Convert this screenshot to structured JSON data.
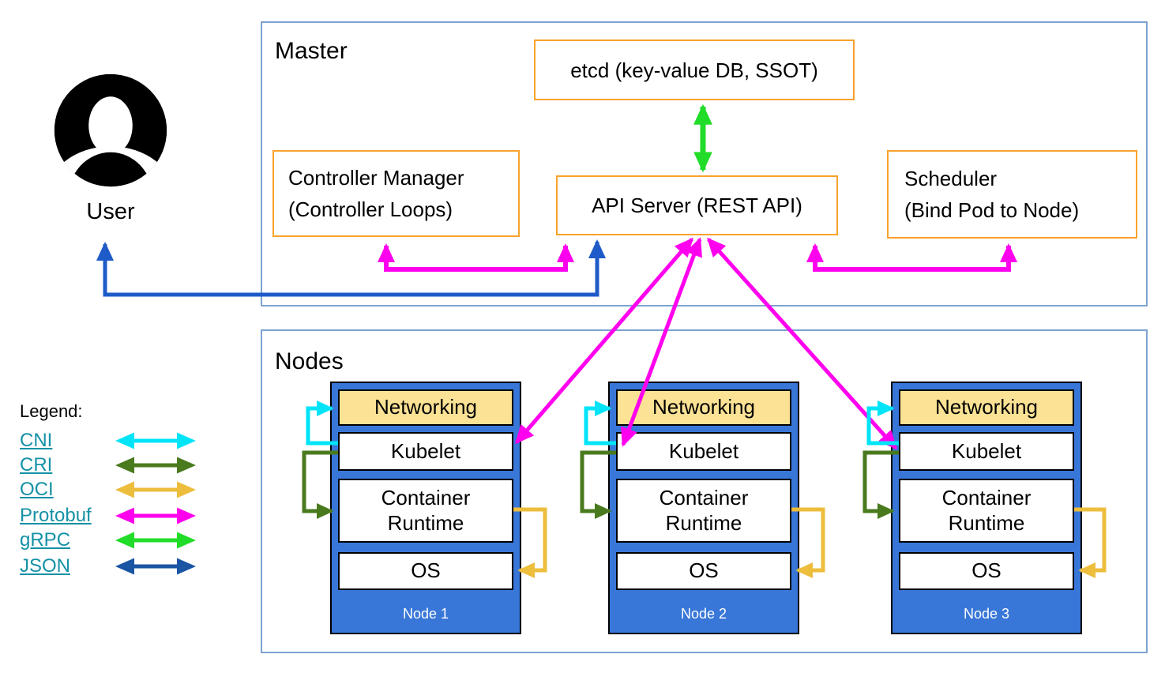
{
  "colors": {
    "frame_border": "#7da2d2",
    "orange_border": "#f8a22c",
    "node_fill": "#3877d8",
    "networking_fill": "#fbe294",
    "legend_link": "#1591a6",
    "cni": "#00e4f8",
    "cri": "#4a7a1e",
    "oci": "#edbd3c",
    "protobuf": "#ff00ee",
    "grpc": "#21dc28",
    "json": "#1a55a3",
    "user_flow": "#1e5bc8",
    "node_label_text": "#ffffff"
  },
  "user": {
    "label": "User"
  },
  "master": {
    "label": "Master",
    "etcd_label": "etcd (key-value DB, SSOT)",
    "api_server_label": "API Server (REST API)",
    "controller_manager": {
      "line1": "Controller Manager",
      "line2": "(Controller Loops)"
    },
    "scheduler": {
      "line1": "Scheduler",
      "line2": "(Bind Pod to Node)"
    }
  },
  "nodes_section": {
    "label": "Nodes",
    "layers": {
      "networking": "Networking",
      "kubelet": "Kubelet",
      "container_runtime": "Container Runtime",
      "os": "OS"
    },
    "nodes": [
      {
        "name": "Node 1"
      },
      {
        "name": "Node 2"
      },
      {
        "name": "Node 3"
      }
    ]
  },
  "legend": {
    "label": "Legend:",
    "items": [
      {
        "label": "CNI",
        "color": "#00e4f8"
      },
      {
        "label": "CRI",
        "color": "#4a7a1e"
      },
      {
        "label": "OCI",
        "color": "#edbd3c"
      },
      {
        "label": "Protobuf",
        "color": "#ff00ee"
      },
      {
        "label": "gRPC",
        "color": "#21dc28"
      },
      {
        "label": "JSON",
        "color": "#1a55a3"
      }
    ]
  }
}
